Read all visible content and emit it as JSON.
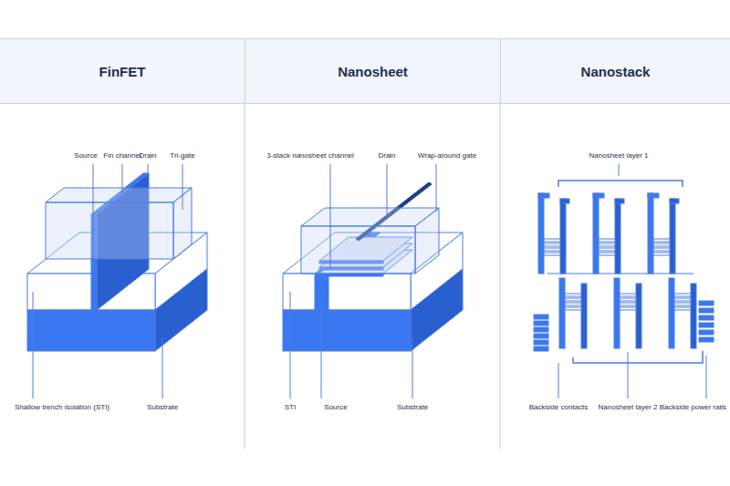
{
  "diagram": {
    "nodes": [
      {
        "text": [
          "FinFET"
        ]
      },
      {
        "text": [
          "Nanosheet"
        ]
      },
      {
        "text": [
          "Nanostack"
        ]
      }
    ],
    "labels": [
      "Source",
      "Fin channel",
      "Drain",
      "Tri-gate",
      "Shallow trench isolation (STI)",
      "Substrate",
      "3-stack nanosheet channel",
      "Drain",
      "Wrap-around gate",
      "STI",
      "Source",
      "Substrate",
      "Nanosheet layer 1",
      "Backside contacts",
      "Nanosheet layer 2",
      "Backside power rails"
    ]
  }
}
